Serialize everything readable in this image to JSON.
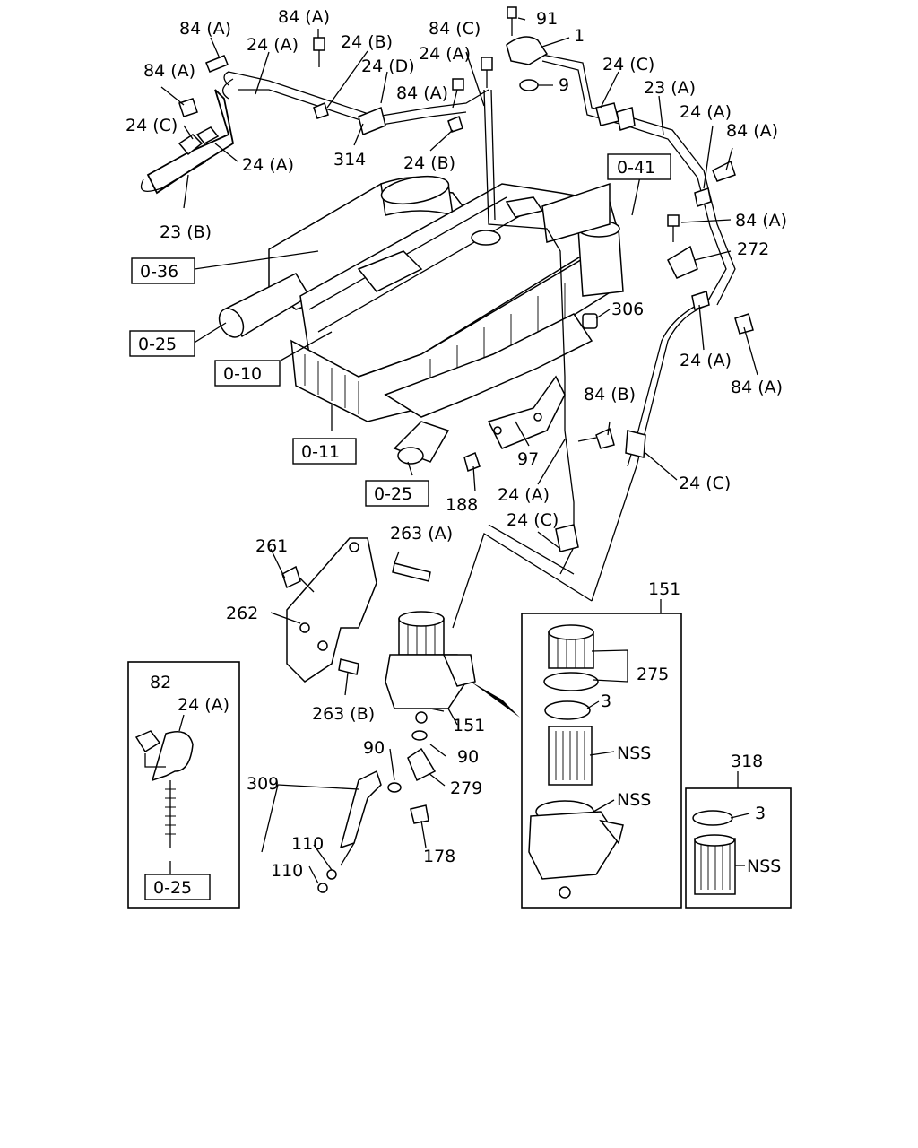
{
  "labels": {
    "l_84a_1": "84 (A)",
    "l_84a_2": "84 (A)",
    "l_84a_3": "84 (A)",
    "l_84a_4": "84 (A)",
    "l_84a_5": "84 (A)",
    "l_84a_6": "84 (A)",
    "l_84a_7": "84 (A)",
    "l_84c": "84 (C)",
    "l_84b": "84 (B)",
    "l_91": "91",
    "l_1": "1",
    "l_9": "9",
    "l_24a_1": "24 (A)",
    "l_24a_2": "24 (A)",
    "l_24a_3": "24 (A)",
    "l_24a_4": "24 (A)",
    "l_24a_5": "24 (A)",
    "l_24a_6": "24 (A)",
    "l_24a_7": "24 (A)",
    "l_24b_1": "24 (B)",
    "l_24b_2": "24 (B)",
    "l_24c_1": "24 (C)",
    "l_24c_2": "24 (C)",
    "l_24c_3": "24 (C)",
    "l_24c_4": "24 (C)",
    "l_24d": "24 (D)",
    "l_23a": "23 (A)",
    "l_23b": "23 (B)",
    "l_314": "314",
    "l_272": "272",
    "l_306": "306",
    "l_97": "97",
    "l_188": "188",
    "l_261": "261",
    "l_262": "262",
    "l_263a": "263 (A)",
    "l_263b": "263 (B)",
    "l_151a": "151",
    "l_151b": "151",
    "l_275": "275",
    "l_3a": "3",
    "l_3b": "3",
    "l_nss1": "NSS",
    "l_nss2": "NSS",
    "l_nss3": "NSS",
    "l_318": "318",
    "l_82": "82",
    "l_90a": "90",
    "l_90b": "90",
    "l_279": "279",
    "l_309": "309",
    "l_110a": "110",
    "l_110b": "110",
    "l_178": "178"
  },
  "refs": {
    "r_041": "0-41",
    "r_036": "0-36",
    "r_025a": "0-25",
    "r_010": "0-10",
    "r_011": "0-11",
    "r_025b": "0-25",
    "r_025c": "0-25"
  }
}
